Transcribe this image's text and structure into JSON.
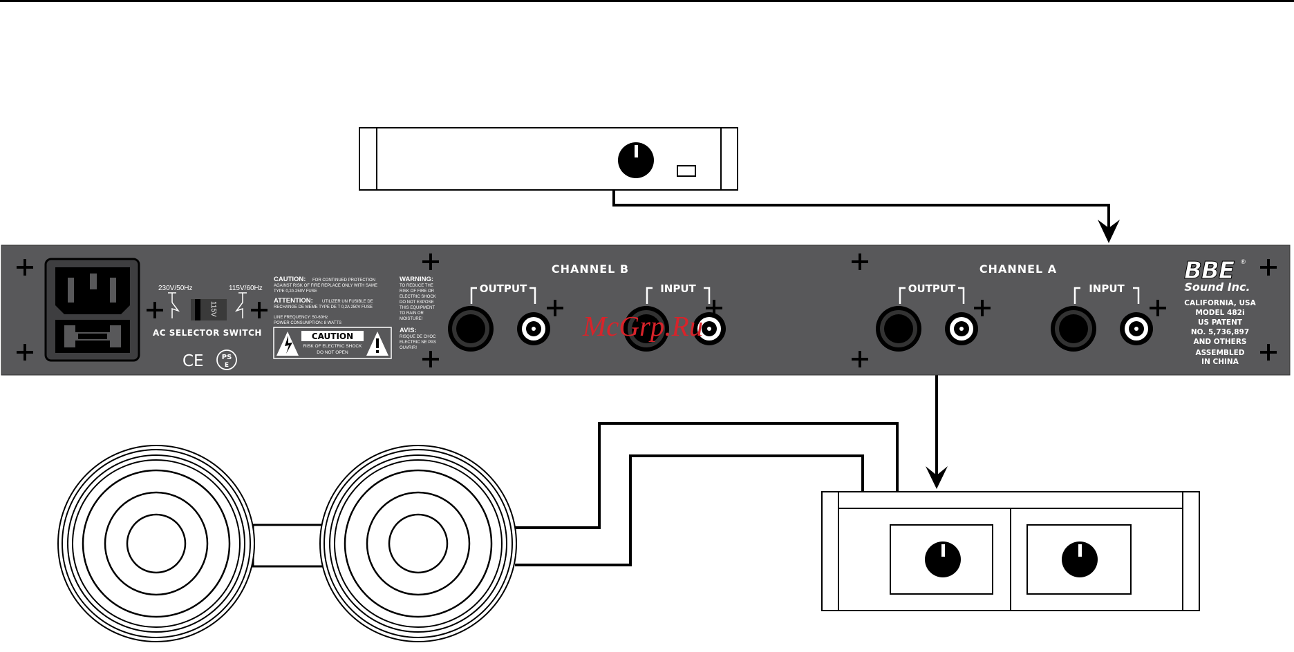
{
  "watermark": "McGrp.Ru",
  "rack_unit": {
    "channel_b": {
      "title": "CHANNEL B",
      "output": "OUTPUT",
      "input": "INPUT"
    },
    "channel_a": {
      "title": "CHANNEL A",
      "output": "OUTPUT",
      "input": "INPUT"
    },
    "voltage": {
      "left": "230V/50Hz",
      "right": "115V/60Hz",
      "switch": "115V",
      "selector_label": "AC SELECTOR SWITCH"
    },
    "cert": {
      "ce": "CE",
      "pse": "PS",
      "pse_e": "E"
    },
    "caution_text": {
      "caution_title": "CAUTION:",
      "caution_line1": "FOR CONTINUED PROTECTION",
      "caution_line2": "AGAINST RISK OF FIRE REPLACE ONLY WITH SAME",
      "caution_line3": "TYPE 0,2A 250V FUSE",
      "attention_title": "ATTENTION:",
      "attention_line1": "UTILIZER UN FUSIBLE DE",
      "attention_line2": "RECHANGE DE MEME TYPE DE T 0,2A 250V FUSE",
      "line_freq": "LINE FREQUENCY: 50-60Hz",
      "power": "POWER CONSUMPTION: 8 WATTS",
      "box_title": "CAUTION",
      "box_line1": "RISK OF ELECTRIC SHOCK",
      "box_line2": "DO NOT OPEN"
    },
    "warning": {
      "title": "WARNING:",
      "lines": [
        "TO REDUCE THE",
        "RISK OF FIRE OR",
        "ELECTRIC SHOCK",
        "DO NOT EXPOSE",
        "THIS EQUIPMENT",
        "TO RAIN OR",
        "MOISTURE!"
      ],
      "avis_title": "AVIS:",
      "avis_lines": [
        "RISQUE DE CHOC",
        "ELECTRIC NE PAS",
        "OUVRIR!"
      ]
    },
    "brand": {
      "logo": "BBE",
      "reg": "®",
      "company": "Sound Inc.",
      "info": [
        "CALIFORNIA, USA",
        "MODEL 482i",
        "US PATENT",
        "NO. 5,736,897",
        "AND OTHERS",
        "ASSEMBLED",
        "IN CHINA"
      ]
    }
  },
  "colors": {
    "panel": "#58585a",
    "line": "#000000",
    "background": "#ffffff",
    "watermark": "#d8232a"
  }
}
